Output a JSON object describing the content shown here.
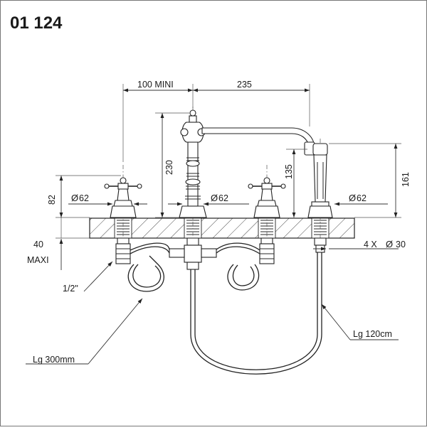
{
  "title": "01 124",
  "dimensions": {
    "spread_min": "100 MINI",
    "spout_reach": "235",
    "spout_height": "230",
    "handle_height": "82",
    "handshower_height": "135",
    "total_height": "161",
    "deck_thickness_label": "40",
    "deck_thickness_label2": "MAXI",
    "connector": "1/2\"",
    "holes": "4 X",
    "hole_diameter": "30",
    "flange_left_diameter": "62",
    "flange_center_diameter": "62",
    "flange_right_diameter": "62",
    "diameter_symbol": "Ø",
    "hose_short_length": "Lg 300mm",
    "hose_long_length": "Lg 120cm"
  }
}
